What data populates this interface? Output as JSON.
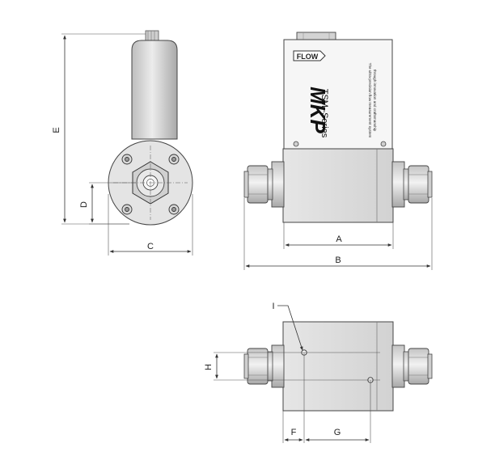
{
  "drawing": {
    "dimensions": {
      "A": "A",
      "B": "B",
      "C": "C",
      "D": "D",
      "E": "E",
      "F": "F",
      "G": "G",
      "H": "H",
      "I": "I"
    },
    "front_label": {
      "flow": "FLOW",
      "brand": "MKP",
      "series": "TSM–Series",
      "tagline_1": "The ultra-precision flow measurement system",
      "tagline_2": "through innovation and craftsmanship"
    }
  }
}
